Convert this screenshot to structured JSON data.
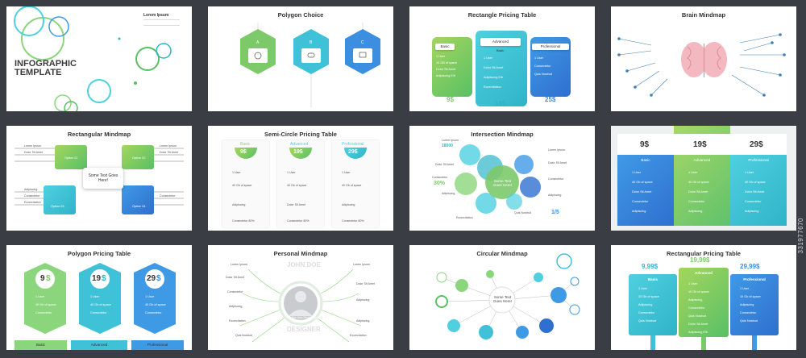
{
  "slides": {
    "s1": {
      "title": "INFOGRAPHIC\nTEMPLATE",
      "label": "Lorem Ipsum"
    },
    "s2": {
      "title": "Polygon Choice",
      "letters": [
        "A",
        "B",
        "C"
      ]
    },
    "s3": {
      "title": "Rectangle Pricing Table",
      "plans": [
        "Basic",
        "Advanced",
        "Professional"
      ],
      "sub": "Basic",
      "prices": [
        "9$",
        "19$",
        "25$"
      ],
      "features": [
        "1 User",
        "10 GB of space",
        "Dolor Sit Amet",
        "Adipiscing Elit",
        "Consectetur",
        "Quis Nostrud",
        "Excercitation"
      ]
    },
    "s4": {
      "title": "Brain Mindmap"
    },
    "s5": {
      "title": "Rectangular Mindmap",
      "center": "Some Text Goes Here!",
      "labels": [
        "Option 01",
        "Option 02",
        "Option 03",
        "Option 04"
      ],
      "side": [
        "Lorem Ipsum",
        "Dolor Sit Amet",
        "Adipiscing",
        "Consectetur",
        "Excercitation"
      ]
    },
    "s6": {
      "title": "Semi-Circle Pricing Table",
      "plans": [
        "Basic",
        "Advanced",
        "Professional"
      ],
      "prices": [
        "9$",
        "19$",
        "29$"
      ],
      "features": [
        "1 User",
        "40 Gb of space",
        "Dolor Sit Amet",
        "Adipiscing",
        "Consectetur 80%"
      ]
    },
    "s7": {
      "title": "Intersection Mindmap",
      "center": "Some Text Goes Here!",
      "stat1": "30%",
      "stat2": "18000",
      "stat3": "1/5",
      "labels": [
        "Lorem Ipsum",
        "Dolor Sit Amet",
        "Consectetur",
        "Adipiscing",
        "Excercitation",
        "Quis Nostrud"
      ]
    },
    "s8": {
      "prices": [
        "9$",
        "19$",
        "29$"
      ],
      "plans": [
        "Basic",
        "Advanced",
        "Professional"
      ],
      "features": [
        "1 User",
        "40 Gb of space",
        "Dolor Sit Amet",
        "Consectetur",
        "Adipiscing"
      ]
    },
    "s9": {
      "title": "Polygon Pricing Table",
      "prices": [
        "9",
        "19",
        "29"
      ],
      "currency": "$",
      "plans": [
        "Basic",
        "Advanced",
        "Professional"
      ],
      "features": [
        "1 User",
        "40 Gb of space",
        "Consectetur"
      ]
    },
    "s10": {
      "title": "Personal Mindmap",
      "name": "JOHN DOE",
      "role": "DESIGNER",
      "photo_caption": "Put Your Photo Here",
      "labels": [
        "Lorem Ipsum",
        "Dolor Sit Amet",
        "Consectetur",
        "Adipiscing",
        "Excercitation",
        "Quis Nostrud"
      ]
    },
    "s11": {
      "title": "Circular Mindmap",
      "center": "Some Text Goes Here!"
    },
    "s12": {
      "title": "Rectangular Pricing Table",
      "prices": [
        "9,99$",
        "19,99$",
        "29,99$"
      ],
      "plans": [
        "Basic",
        "Advanced",
        "Professional"
      ],
      "features": [
        "1 User",
        "10 Gb of space",
        "Adipiscing",
        "Consectetur",
        "Quis Nostrud",
        "Dolor Sit Amet",
        "Adipiscing Elit"
      ]
    }
  },
  "watermark": "331977670"
}
